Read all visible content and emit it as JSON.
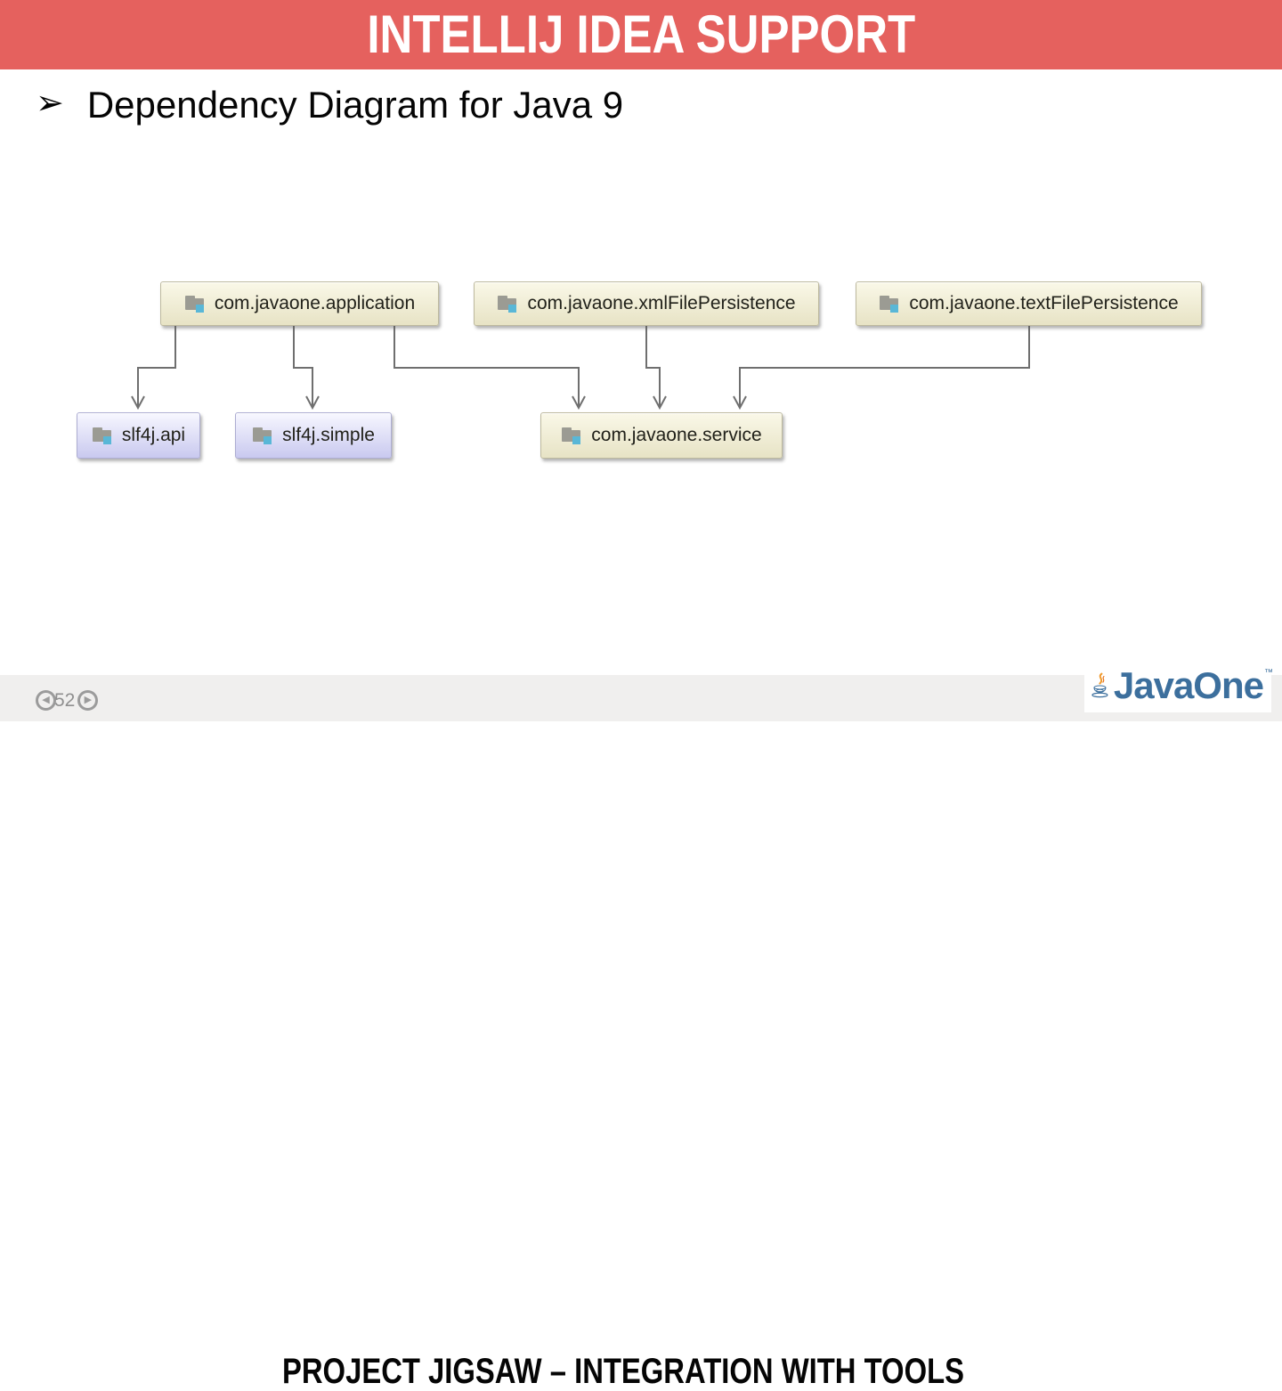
{
  "banner": {
    "title": "INTELLIJ IDEA SUPPORT"
  },
  "content": {
    "bullet_glyph": "➢",
    "bullet_text": "Dependency Diagram for Java 9"
  },
  "diagram": {
    "modules": [
      {
        "id": "application",
        "label": "com.javaone.application",
        "style": "beige",
        "row": "top"
      },
      {
        "id": "xmlFilePersistence",
        "label": "com.javaone.xmlFilePersistence",
        "style": "beige",
        "row": "top"
      },
      {
        "id": "textFilePersistence",
        "label": "com.javaone.textFilePersistence",
        "style": "beige",
        "row": "top"
      },
      {
        "id": "slf4j-api",
        "label": "slf4j.api",
        "style": "lavender",
        "row": "bottom"
      },
      {
        "id": "slf4j-simple",
        "label": "slf4j.simple",
        "style": "lavender",
        "row": "bottom"
      },
      {
        "id": "service",
        "label": "com.javaone.service",
        "style": "beige",
        "row": "bottom"
      }
    ],
    "edges": [
      {
        "from": "com.javaone.application",
        "to": "slf4j.api"
      },
      {
        "from": "com.javaone.application",
        "to": "slf4j.simple"
      },
      {
        "from": "com.javaone.application",
        "to": "com.javaone.service"
      },
      {
        "from": "com.javaone.xmlFilePersistence",
        "to": "com.javaone.service"
      },
      {
        "from": "com.javaone.textFilePersistence",
        "to": "com.javaone.service"
      }
    ]
  },
  "footer": {
    "page_number": "52",
    "title": "PROJECT JIGSAW – INTEGRATION WITH TOOLS"
  },
  "logo": {
    "text": "JavaOne",
    "tm": "™"
  },
  "colors": {
    "banner_red": "#e5615e",
    "module_beige_top": "#faf8e8",
    "module_beige_bottom": "#e7e3c5",
    "module_lavender_top": "#f7f7ff",
    "module_lavender_bottom": "#c9c9ef",
    "connector_gray": "#6f6f6f",
    "folder_gray": "#9b9b93",
    "folder_blue": "#59b7d7",
    "footer_bg": "#f0efee",
    "javaone_blue": "#3c6f9d",
    "steam_orange": "#f09a2c",
    "nav_gray": "#9b9b9b"
  }
}
